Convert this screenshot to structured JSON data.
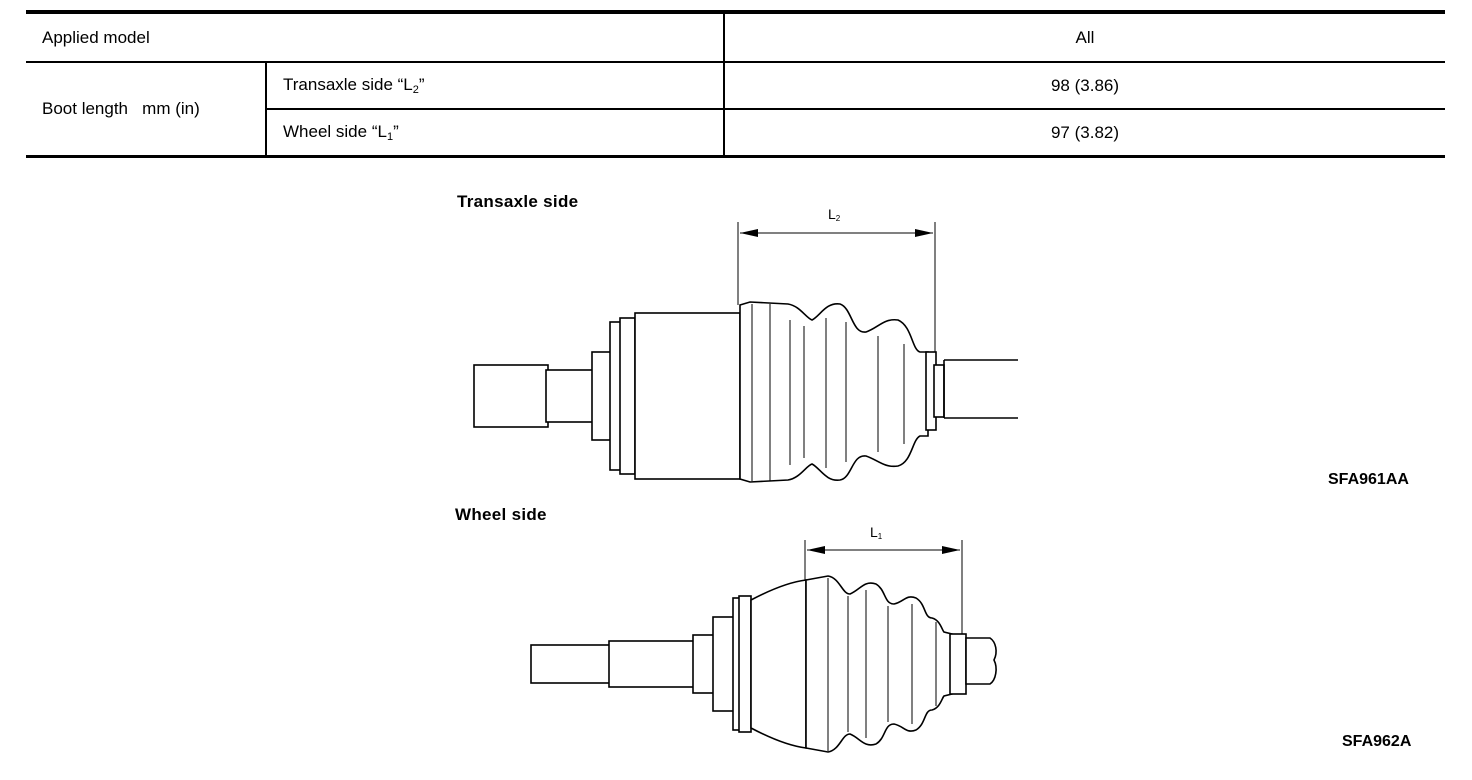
{
  "table": {
    "header": {
      "label": "Applied model",
      "value": "All"
    },
    "group_label": "Boot length   mm (in)",
    "rows": [
      {
        "label_main": "Transaxle side “L",
        "label_sub": "2",
        "label_end": "”",
        "value": "98 (3.86)"
      },
      {
        "label_main": "Wheel side “L",
        "label_sub": "1",
        "label_end": "”",
        "value": "97 (3.82)"
      }
    ]
  },
  "figures": [
    {
      "caption": "Transaxle side",
      "dim_main": "L",
      "dim_sub": "2",
      "code": "SFA961AA"
    },
    {
      "caption": "Wheel side",
      "dim_main": "L",
      "dim_sub": "1",
      "code": "SFA962A"
    }
  ]
}
